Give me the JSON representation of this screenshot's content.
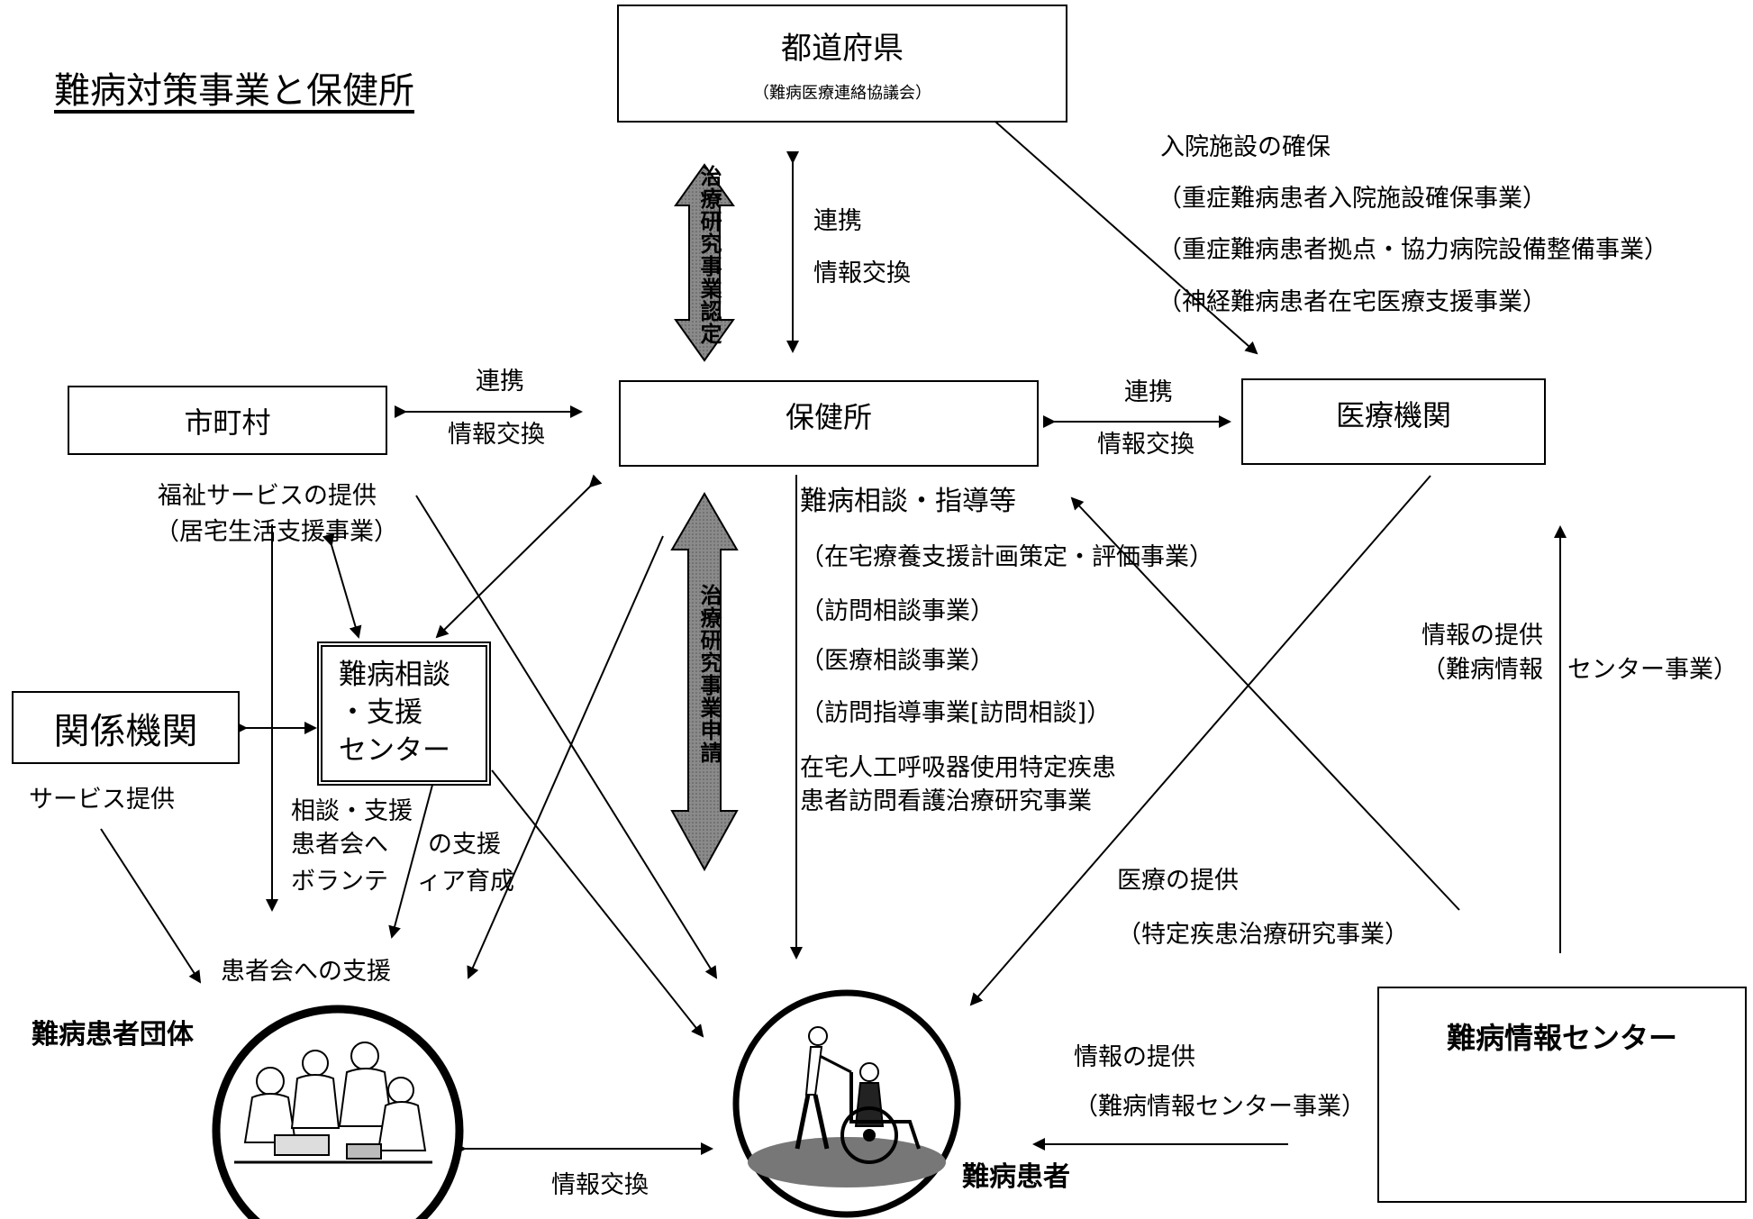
{
  "title": "難病対策事業と保健所",
  "nodes": {
    "prefecture": {
      "name": "都道府県",
      "sub": "（難病医療連絡協議会）"
    },
    "municipality": "市町村",
    "health_center": "保健所",
    "medical_institution": "医療機関",
    "related_agencies": "関係機関",
    "support_center": {
      "line1": "難病相談",
      "line2": "・支援",
      "line3": "センター"
    },
    "patient_groups": "難病患者団体",
    "patients": "難病患者",
    "info_center": "難病情報センター"
  },
  "vertical_labels": {
    "upper": "治療研究事業認定",
    "lower": "治療研究事業申請"
  },
  "labels": {
    "pref_hc_1": "連携",
    "pref_hc_2": "情報交換",
    "muni_hc_1": "連携",
    "muni_hc_2": "情報交換",
    "hc_med_1": "連携",
    "hc_med_2": "情報交換",
    "hospital_1": "入院施設の確保",
    "hospital_2": "（重症難病患者入院施設確保事業）",
    "hospital_3": "（重症難病患者拠点・協力病院設備整備事業）",
    "hospital_4": "（神経難病患者在宅医療支援事業）",
    "welfare_1": "福祉サービスの提供",
    "welfare_2": "（居宅生活支援事業）",
    "consult_1": "難病相談・指導等",
    "consult_2": "（在宅療養支援計画策定・評価事業）",
    "consult_3": "（訪問相談事業）",
    "consult_4": "（医療相談事業）",
    "consult_5": "（訪問指導事業[訪問相談]）",
    "consult_6": "在宅人工呼吸器使用特定疾患",
    "consult_7": "患者訪問看護治療研究事業",
    "info_prov_1": "情報の提供",
    "info_prov_2": "（難病情報　センター事業）",
    "service": "サービス提供",
    "supp_1": "相談・支援",
    "supp_2a": "患者会へ",
    "supp_2b": "の支援",
    "supp_3a": "ボランテ",
    "supp_3b": "ィア育成",
    "group_support": "患者会への支援",
    "medical_prov_1": "医療の提供",
    "medical_prov_2": "（特定疾患治療研究事業）",
    "info_prov_b1": "情報の提供",
    "info_prov_b2": "（難病情報センター事業）",
    "exchange_bottom": "情報交換"
  },
  "icons": {
    "patient_groups": "meeting-people-icon",
    "patients": "wheelchair-caregiver-icon",
    "info_center": "globe-computer-icon"
  }
}
